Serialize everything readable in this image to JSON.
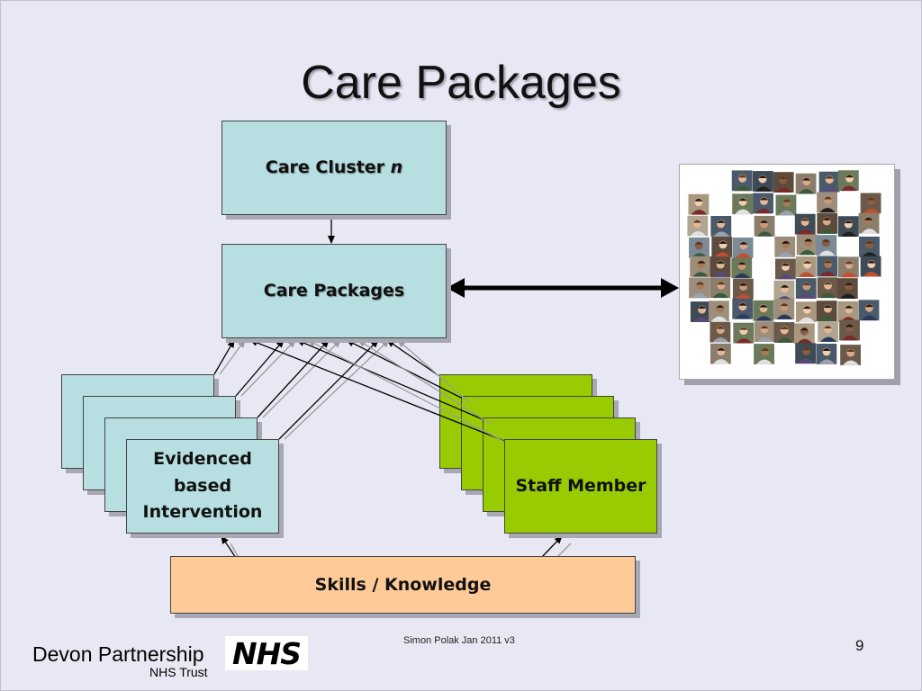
{
  "slide": {
    "title": "Care Packages",
    "cluster_box": {
      "text": "Care Cluster ",
      "italic": "n"
    },
    "packages_box": {
      "text": "Care Packages"
    },
    "intervention_box": {
      "line1": "Evidenced",
      "line2": "based",
      "line3": "Intervention"
    },
    "staff_box": {
      "text": "Staff Member"
    },
    "skills_box": {
      "text": "Skills / Knowledge"
    }
  },
  "colors": {
    "background": "#e8e8f4",
    "blue_box": "#b7dfe2",
    "green_box": "#99cc00",
    "peach_box": "#fecb98"
  },
  "footer": {
    "author": "Simon Polak Jan 2011 v3",
    "page_number": "9",
    "org_name": "Devon Partnership",
    "org_sub": "NHS Trust",
    "logo_text": "NHS"
  }
}
